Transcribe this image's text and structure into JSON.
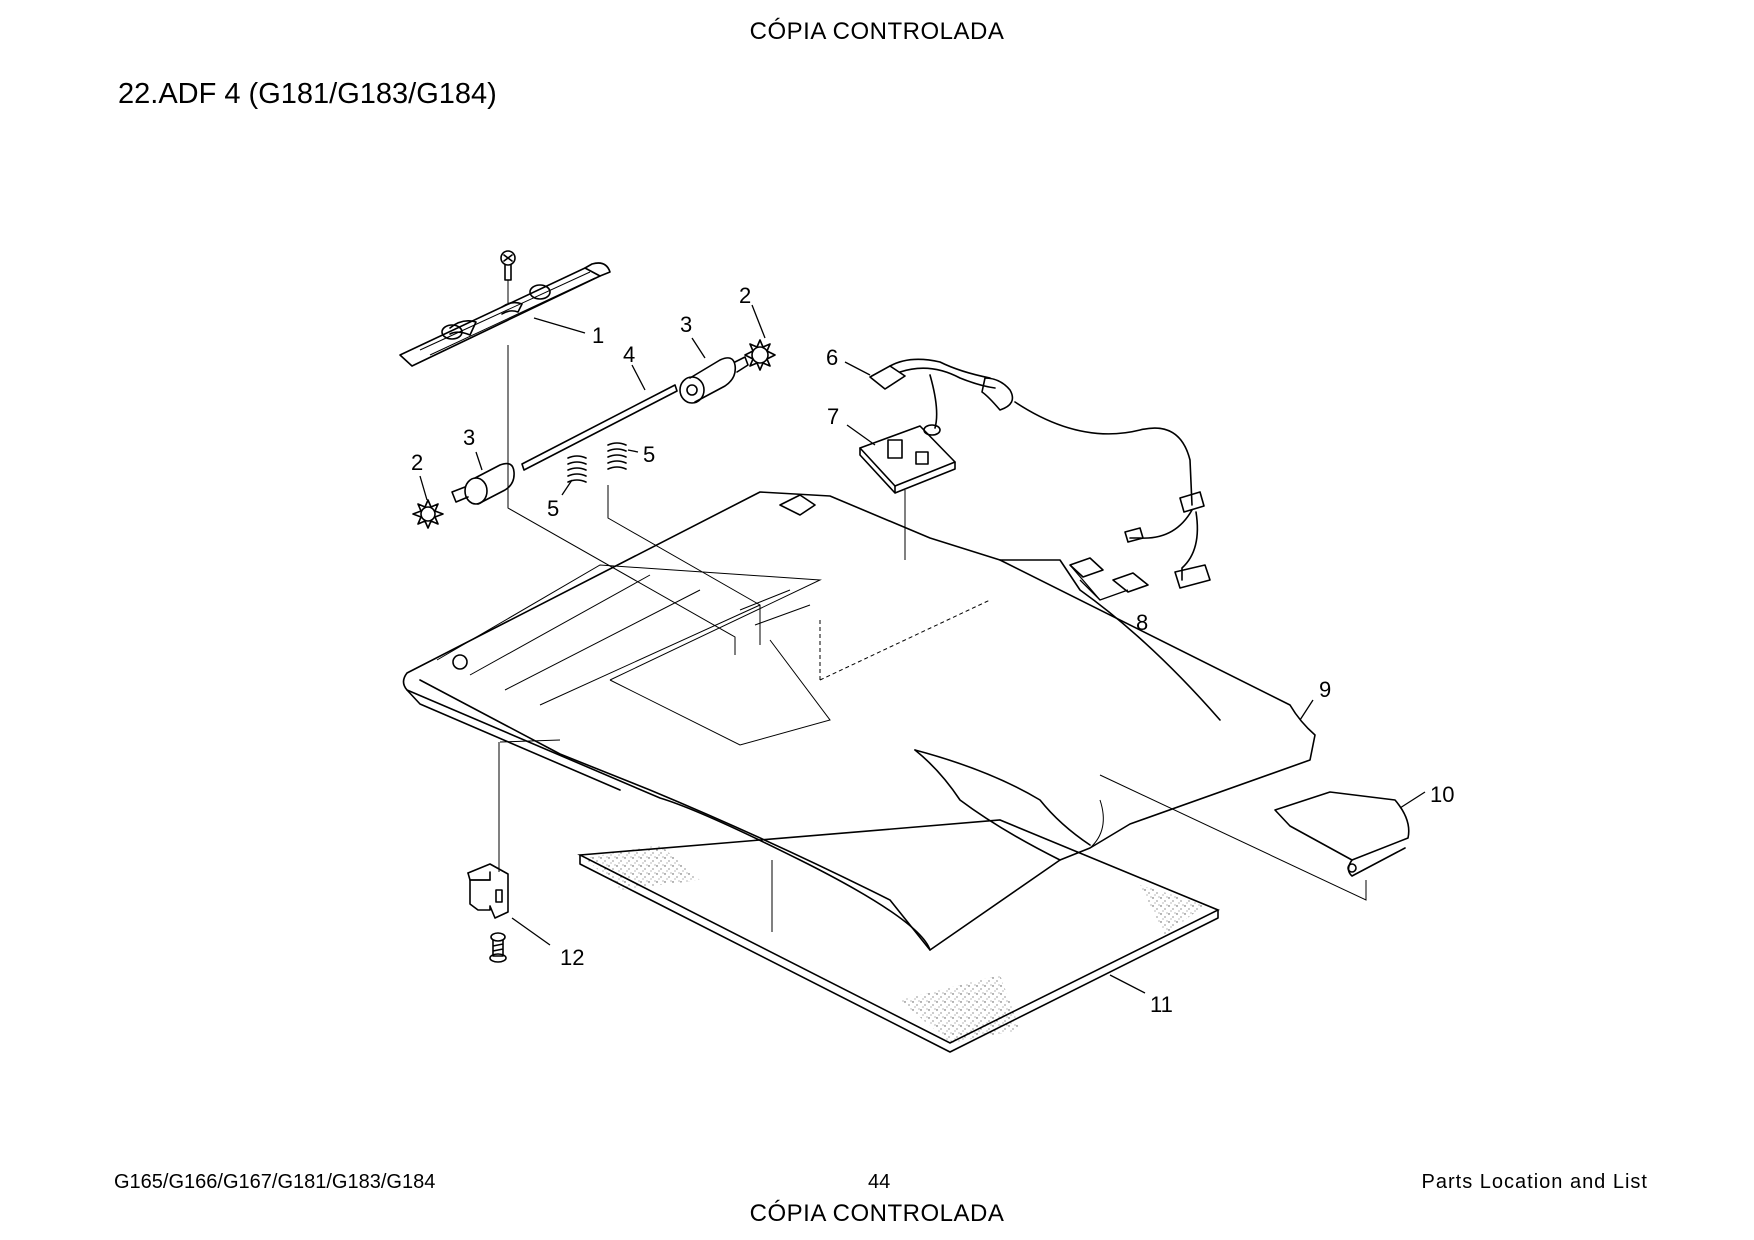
{
  "header": {
    "watermark_top": "CÓPIA CONTROLADA",
    "watermark_bottom": "CÓPIA CONTROLADA"
  },
  "page": {
    "section_title": "22.ADF 4 (G181/G183/G184)"
  },
  "footer": {
    "models": "G165/G166/G167/G181/G183/G184",
    "page_number": "44",
    "section": "Parts Location and List"
  },
  "callouts": [
    "1",
    "2",
    "3",
    "4",
    "5",
    "6",
    "7",
    "8",
    "9",
    "10",
    "11",
    "12",
    "2",
    "3",
    "5"
  ]
}
